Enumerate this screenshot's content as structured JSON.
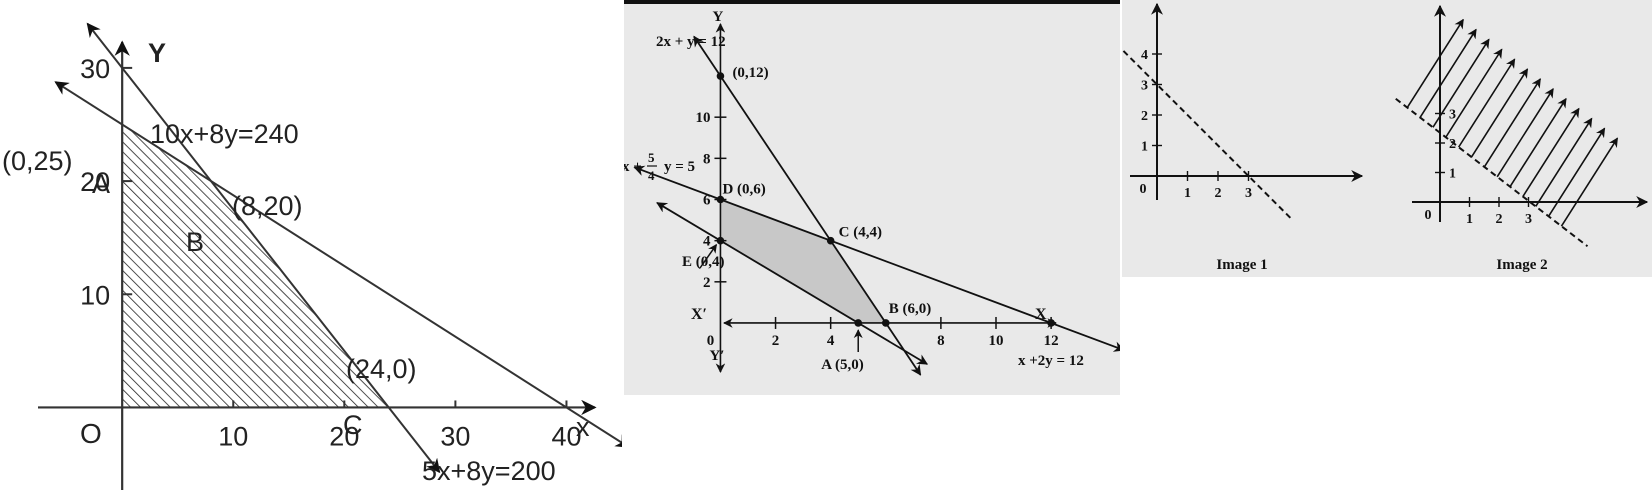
{
  "chart_data": [
    {
      "type": "line",
      "ylabel": "Y",
      "xlabel": "x",
      "xlim": [
        -11,
        45
      ],
      "ylim": [
        -8,
        36
      ],
      "x_ticks": [
        "10",
        "20",
        "30",
        "40"
      ],
      "y_ticks": [
        "10",
        "20",
        "30"
      ],
      "origin_label": "O",
      "lines": [
        {
          "label": "10x+8y=240",
          "p1": [
            0,
            30
          ],
          "p2": [
            24,
            0
          ]
        },
        {
          "label": "5x+8y=200",
          "p1": [
            0,
            25
          ],
          "p2": [
            40,
            0
          ]
        }
      ],
      "points": [
        {
          "name": "A",
          "coord": "(0,25)",
          "x": 0,
          "y": 25
        },
        {
          "name": "B",
          "coord": "(8,20)",
          "x": 8,
          "y": 20
        },
        {
          "name": "C",
          "coord": "(24,0)",
          "x": 24,
          "y": 0
        }
      ],
      "shaded_region": [
        [
          0,
          0
        ],
        [
          0,
          25
        ],
        [
          8,
          20
        ],
        [
          24,
          0
        ]
      ]
    },
    {
      "type": "line",
      "ylabel": "Y",
      "y_neg_label": "Y′",
      "xlabel": "X",
      "x_neg_label": "X′",
      "xlim": [
        -3.5,
        14.5
      ],
      "ylim": [
        -3.5,
        15.5
      ],
      "x_ticks": [
        "0",
        "2",
        "4",
        "8",
        "10",
        "12"
      ],
      "y_ticks": [
        "2",
        "4",
        "6",
        "8",
        "10"
      ],
      "lines": [
        {
          "label": "2x + y = 12",
          "p1": [
            0,
            12
          ],
          "p2": [
            6,
            0
          ]
        },
        {
          "label": "x +2y = 12",
          "p1": [
            0,
            6
          ],
          "p2": [
            12,
            0
          ]
        },
        {
          "label_prefix": "x +",
          "frac_num": "5",
          "frac_den": "4",
          "label_suffix": "y = 5",
          "p1": [
            0,
            4
          ],
          "p2": [
            5,
            0
          ]
        }
      ],
      "points": [
        {
          "label": "(0,12)",
          "x": 0,
          "y": 12
        },
        {
          "label": "D (0,6)",
          "x": 0,
          "y": 6
        },
        {
          "label": "C (4,4)",
          "x": 4,
          "y": 4
        },
        {
          "label": "B (6,0)",
          "x": 6,
          "y": 0
        },
        {
          "label": "A (5,0)",
          "x": 5,
          "y": 0
        },
        {
          "label": "E (0,4)",
          "x": 0,
          "y": 4
        },
        {
          "label": "",
          "x": 12,
          "y": 0
        }
      ],
      "shaded_region": [
        [
          0,
          4
        ],
        [
          0,
          6
        ],
        [
          4,
          4
        ],
        [
          6,
          0
        ],
        [
          5,
          0
        ]
      ]
    },
    {
      "type": "line",
      "caption": "Image 1",
      "xlim": [
        -1,
        6.5
      ],
      "ylim": [
        -1.2,
        5.5
      ],
      "x_ticks": [
        "1",
        "2",
        "3"
      ],
      "y_ticks": [
        "1",
        "2",
        "3",
        "4"
      ],
      "origin_label": "0",
      "lines": [
        {
          "dashed": true,
          "p1": [
            -1.1,
            4.1
          ],
          "p2": [
            4.4,
            -1.4
          ]
        }
      ]
    },
    {
      "type": "line",
      "caption": "Image 2",
      "xlim": [
        -1.2,
        7
      ],
      "ylim": [
        -1.2,
        7
      ],
      "x_ticks": [
        "1",
        "2",
        "3"
      ],
      "y_ticks": [
        "1",
        "2",
        "3"
      ],
      "origin_label": "0",
      "lines": [
        {
          "dashed": true,
          "p1": [
            -1.5,
            3.5
          ],
          "p2": [
            5,
            -1.5
          ]
        }
      ],
      "shading": "arrows-up-right"
    }
  ]
}
